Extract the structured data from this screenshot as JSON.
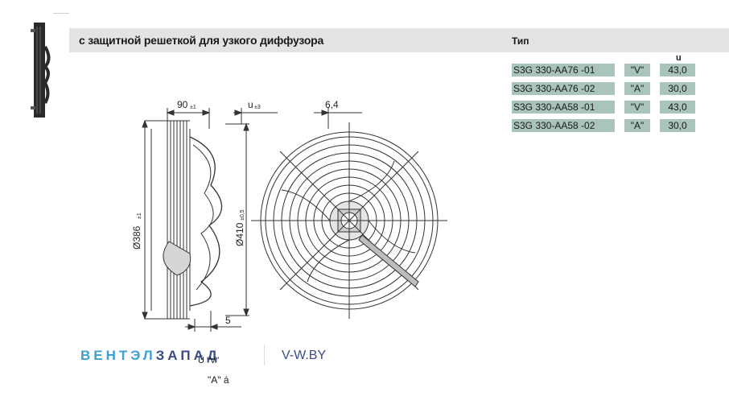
{
  "header": {
    "title": "с защитной решеткой для узкого диффузора",
    "type_label": "Тип"
  },
  "table": {
    "unit_label": "u",
    "rows": [
      {
        "name": "S3G 330-AA76  -01",
        "code": "\"V\"",
        "value": "43,0"
      },
      {
        "name": "S3G 330-AA76  -02",
        "code": "\"A\"",
        "value": "30,0"
      },
      {
        "name": "S3G 330-AA58  -01",
        "code": "\"V\"",
        "value": "43,0"
      },
      {
        "name": "S3G 330-AA58  -02",
        "code": "\"A\"",
        "value": "30,0"
      }
    ]
  },
  "drawing": {
    "dim_90": "90",
    "dim_90_tol": "±1",
    "dim_u": "u",
    "dim_u_tol": "±3",
    "dim_64": "6,4",
    "dim_386": "Ø386",
    "dim_386_tol": "±1",
    "dim_410": "Ø410",
    "dim_410_tol": "±0,5",
    "dim_5": "5"
  },
  "footer": {
    "logo_part1": "ВЕНТЭЛ",
    "logo_part2": "ЗАПАД",
    "site": "V-W.BY",
    "sub_note": "Ü \"V\"",
    "note_a": "\"A\" á"
  },
  "colors": {
    "header_band": "#e3e3e3",
    "cell_bg": "#a8c4bd",
    "logo_light": "#3aa0d6",
    "logo_dark": "#3b4a8a"
  }
}
